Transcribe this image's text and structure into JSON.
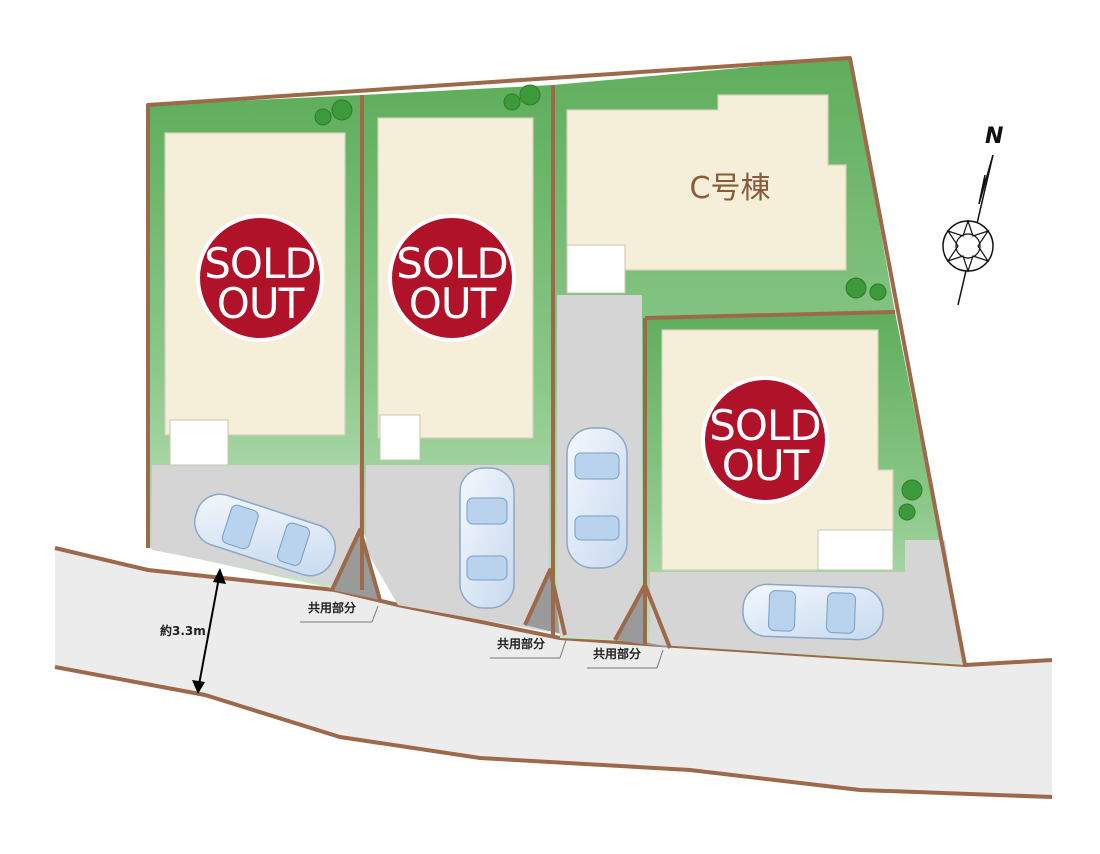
{
  "lots": [
    {
      "id": "lot-1",
      "status": "SOLD",
      "badge_line1": "SOLD",
      "badge_line2": "OUT"
    },
    {
      "id": "lot-2",
      "status": "SOLD",
      "badge_line1": "SOLD",
      "badge_line2": "OUT"
    },
    {
      "id": "lot-c",
      "status": "available",
      "label": "C号棟"
    },
    {
      "id": "lot-4",
      "status": "SOLD",
      "badge_line1": "SOLD",
      "badge_line2": "OUT"
    }
  ],
  "shared_areas": [
    "共用部分",
    "共用部分",
    "共用部分"
  ],
  "road_width_label": "約3.3m",
  "compass_label": "N",
  "colors": {
    "boundary": "#9c6a4a",
    "lawn": "#6fb56a",
    "house": "#f5efd9",
    "driveway": "#d5d5d5",
    "road": "#ececec",
    "sold_badge": "#b0122a"
  }
}
